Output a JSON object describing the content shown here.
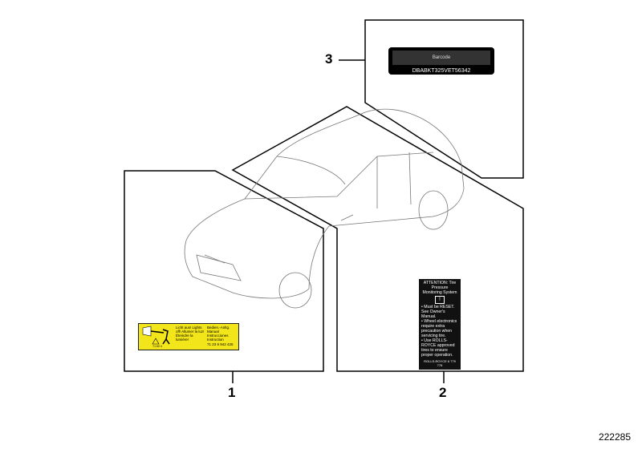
{
  "callouts": {
    "one": "1",
    "two": "2",
    "three": "3"
  },
  "reference_number": "222285",
  "barcode_label": {
    "title": "Barcode",
    "number": "DBABKT325VET56342"
  },
  "tpms_label": {
    "heading": "ATTENTION: Tire Pressure Monitoring System",
    "icon": "tire-pressure-warning-icon",
    "lines": [
      "• Must be RESET. See Owner's Manual.",
      "• Wheel electronics require extra precaution when servicing tire.",
      "• Use ROLLS-ROYCE approved tires to ensure proper operation."
    ],
    "footer": "ROLLS-ROYCE 6 779 776"
  },
  "warning_label": {
    "col1": "Licht aus! Lights off! Allumer la luz! Éteindre la lumière!",
    "col2": "Bedien.-Anltg. Manual Instrucciones Instruction",
    "code": "71 23 6 942 425",
    "small": "71 60 4",
    "color": "#f2e51a"
  }
}
